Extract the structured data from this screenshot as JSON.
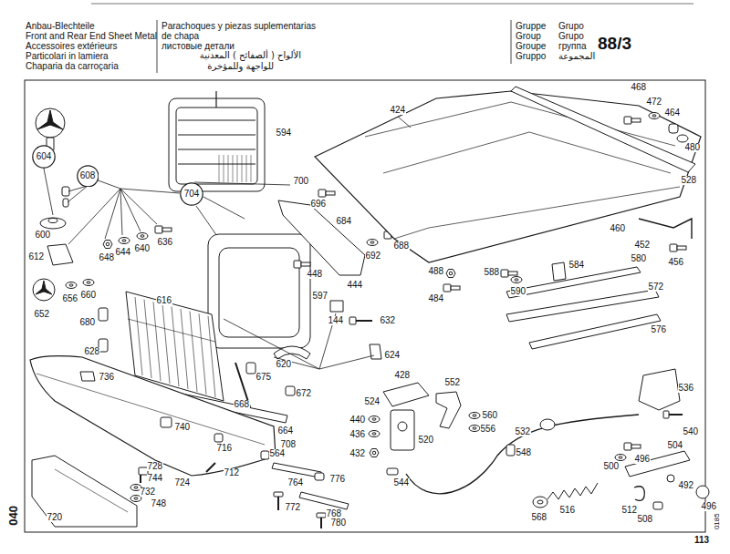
{
  "diagram": {
    "nodes": [
      {
        "text": [
          "604"
        ]
      },
      {
        "text": [
          "608"
        ]
      },
      {
        "text": [
          "704"
        ]
      }
    ],
    "labels": [
      "Anbau-Blechteile",
      "Front and Rear End Sheet Metal",
      "Accessoires extérieurs",
      "Particolari in lamiera",
      "Chaparia da carroçaria",
      "Parachoques y piezas suplementarias",
      "de chapa",
      "листовые детали",
      "الألواح ( ألصفائح ) المعدنية",
      "للواجهة وللمؤخرة",
      "Gruppe",
      "Group",
      "Groupe",
      "Gruppo",
      "Grupo",
      "Grupo",
      "группа",
      "المجموعة",
      "88/3",
      "600",
      "612",
      "648",
      "644",
      "640",
      "636",
      "652",
      "656",
      "660",
      "680",
      "628",
      "616",
      "736",
      "740",
      "594",
      "700",
      "696",
      "684",
      "692",
      "688",
      "448",
      "444",
      "597",
      "144",
      "632",
      "675",
      "620",
      "624",
      "672",
      "668",
      "664",
      "708",
      "716",
      "712",
      "724",
      "728",
      "744",
      "732",
      "748",
      "720",
      "564",
      "764",
      "776",
      "772",
      "768",
      "780",
      "424",
      "468",
      "472",
      "464",
      "480",
      "528",
      "460",
      "452",
      "456",
      "488",
      "484",
      "588",
      "584",
      "590",
      "580",
      "572",
      "576",
      "428",
      "524",
      "552",
      "560",
      "556",
      "440",
      "436",
      "520",
      "432",
      "544",
      "548",
      "532",
      "536",
      "540",
      "496",
      "504",
      "500",
      "492",
      "516",
      "512",
      "568",
      "508",
      "496",
      "040",
      "0185",
      "113"
    ]
  }
}
